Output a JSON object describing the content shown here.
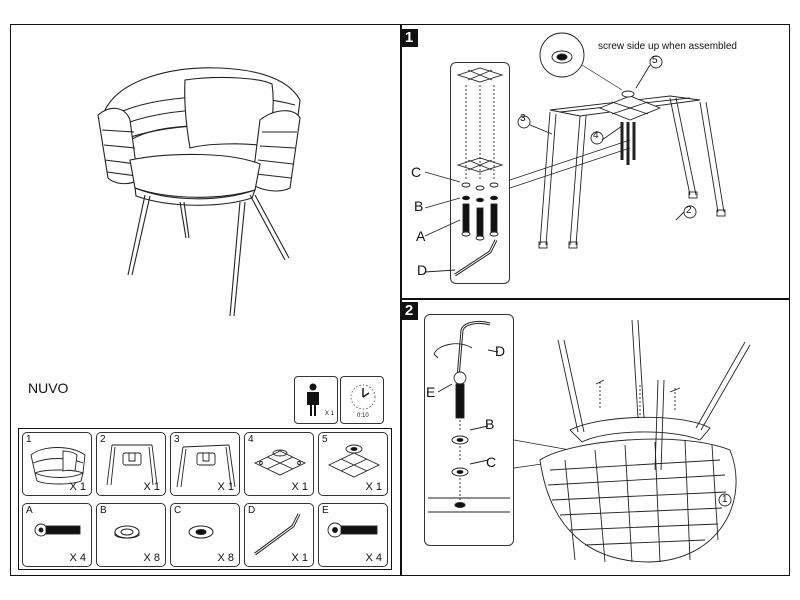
{
  "product": {
    "name": "NUVO"
  },
  "info": {
    "persons": "X 1",
    "time": "0:10"
  },
  "steps": [
    {
      "number": "1"
    },
    {
      "number": "2"
    }
  ],
  "parts": [
    {
      "id": "1",
      "qty": "X 1",
      "icon": "armchair-seat-icon"
    },
    {
      "id": "2",
      "qty": "X 1",
      "icon": "rear-leg-frame-icon"
    },
    {
      "id": "3",
      "qty": "X 1",
      "icon": "front-leg-frame-icon"
    },
    {
      "id": "4",
      "qty": "X 1",
      "icon": "cross-bracket-icon"
    },
    {
      "id": "5",
      "qty": "X 1",
      "icon": "cross-bracket-with-nut-icon"
    },
    {
      "id": "A",
      "qty": "X 4",
      "icon": "long-bolt-icon"
    },
    {
      "id": "B",
      "qty": "X 8",
      "icon": "spring-washer-icon"
    },
    {
      "id": "C",
      "qty": "X 8",
      "icon": "flat-washer-icon"
    },
    {
      "id": "D",
      "qty": "X 1",
      "icon": "allen-key-icon"
    },
    {
      "id": "E",
      "qty": "X 4",
      "icon": "short-bolt-icon"
    }
  ],
  "step1": {
    "note": "screw side up when assembled",
    "labels": {
      "c": "C",
      "b": "B",
      "a": "A",
      "d": "D",
      "p3": "3",
      "p4": "4",
      "p5": "5",
      "p2": "2"
    }
  },
  "step2": {
    "labels": {
      "d": "D",
      "e": "E",
      "b": "B",
      "c": "C",
      "p1": "1"
    }
  }
}
